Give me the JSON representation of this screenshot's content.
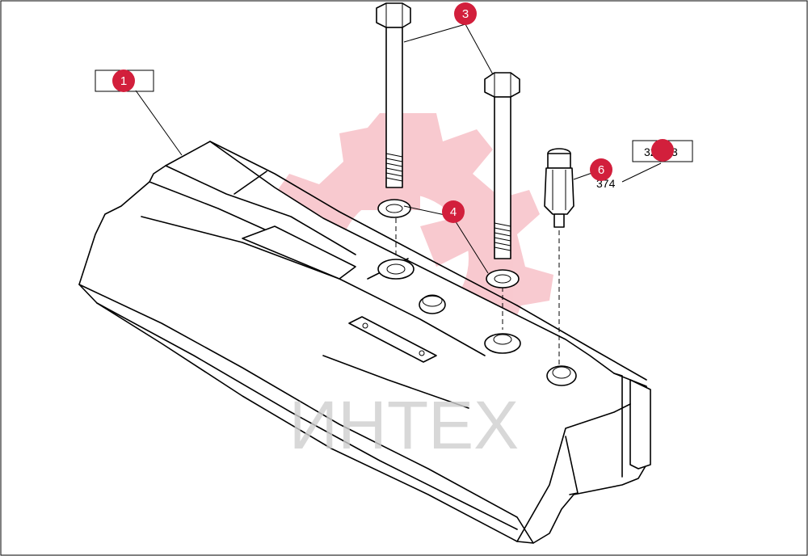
{
  "diagram": {
    "callouts": [
      {
        "id": "1",
        "label": "1"
      },
      {
        "id": "3",
        "label": "3"
      },
      {
        "id": "4",
        "label": "4"
      },
      {
        "id": "6",
        "label": "6"
      }
    ],
    "refs": {
      "ref_box_right": "32.113",
      "ref_text_right": "374"
    },
    "watermark": {
      "text": "ИНТЕХ",
      "color": "#f2b8bd"
    },
    "accent_color": "#d21f3c"
  }
}
